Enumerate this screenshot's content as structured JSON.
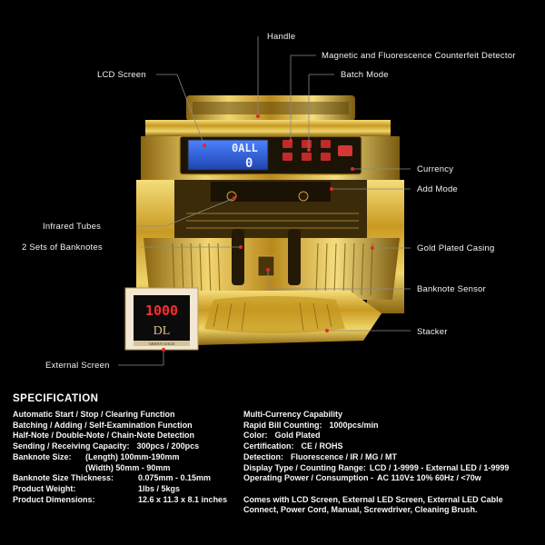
{
  "callouts": {
    "handle": "Handle",
    "detector": "Magnetic and Fluorescence Counterfeit Detector",
    "lcd_screen": "LCD Screen",
    "batch_mode": "Batch Mode",
    "currency": "Currency",
    "add_mode": "Add Mode",
    "infrared_tubes": "Infrared Tubes",
    "banknote_sets": "2 Sets of Banknotes",
    "gold_casing": "Gold Plated Casing",
    "banknote_sensor": "Banknote Sensor",
    "stacker": "Stacker",
    "external_screen": "External Screen"
  },
  "device": {
    "lcd_top": "0ALL",
    "lcd_bottom": "0",
    "external_display": "1000",
    "monogram": "DL",
    "brand": "GREEN GOLD"
  },
  "colors": {
    "gold": "#d9b338",
    "gold_dark": "#7a5a10",
    "lcd": "#2f63d8",
    "callout_dot": "#e02a2a"
  },
  "spec": {
    "title": "SPECIFICATION",
    "left": [
      {
        "k": "Automatic Start / Stop / Clearing Function",
        "v": ""
      },
      {
        "k": "Batching / Adding / Self-Examination Function",
        "v": ""
      },
      {
        "k": "Half-Note / Double-Note / Chain-Note Detection",
        "v": ""
      },
      {
        "k": "Sending / Receiving Capacity:",
        "v": "300pcs / 200pcs"
      },
      {
        "k": "Banknote Size:",
        "v": "(Length) 100mm-190mm"
      },
      {
        "k": "",
        "v": "(Width)    50mm - 90mm"
      },
      {
        "k": "Banknote Size Thickness:",
        "v": "0.075mm - 0.15mm"
      },
      {
        "k": "Product Weight:",
        "v": "1lbs / 5kgs"
      },
      {
        "k": "Product Dimensions:",
        "v": "12.6 x 11.3 x 8.1 inches"
      }
    ],
    "right": [
      {
        "k": "Multi-Currency Capability",
        "v": ""
      },
      {
        "k": "Rapid Bill Counting:",
        "v": "1000pcs/min"
      },
      {
        "k": "Color:",
        "v": "Gold Plated"
      },
      {
        "k": "Certification:",
        "v": "CE / ROHS"
      },
      {
        "k": "Detection:",
        "v": "Fluorescence / IR / MG / MT"
      },
      {
        "k": "Display Type / Counting Range:",
        "v": "LCD / 1-9999 - External LED / 1-9999"
      },
      {
        "k": "Operating Power / Consumption -",
        "v": "AC 110V± 10% 60Hz / <70w"
      }
    ],
    "note": "Comes with LCD Screen, External LED Screen, External LED Cable Connect, Power Cord, Manual, Screwdriver, Cleaning Brush."
  }
}
